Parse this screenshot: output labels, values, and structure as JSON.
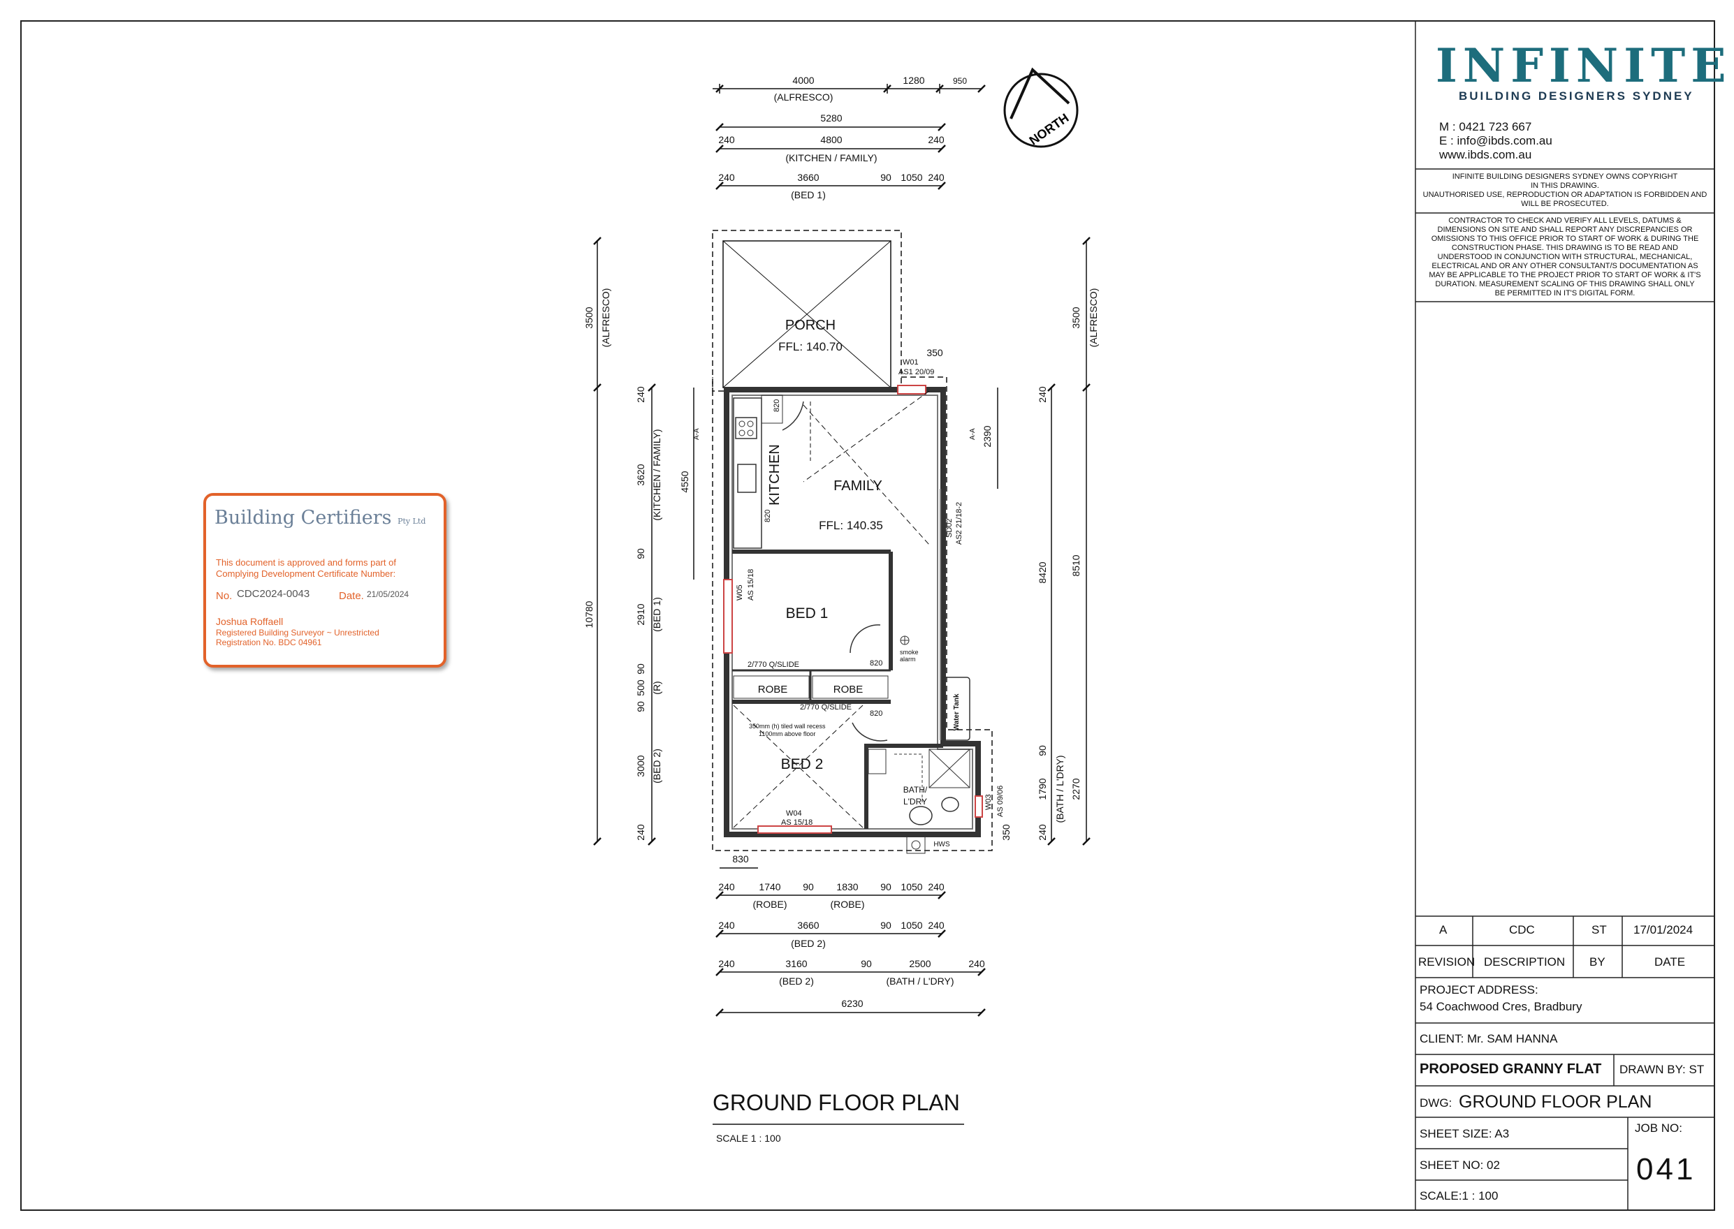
{
  "drawing": {
    "title": "GROUND FLOOR PLAN",
    "scale": "SCALE 1 : 100",
    "north": "NORTH",
    "rooms": {
      "porch": "PORCH",
      "porch_ffl": "FFL: 140.70",
      "family": "FAMILY",
      "family_ffl": "FFL: 140.35",
      "kitchen": "KITCHEN",
      "bed1": "BED 1",
      "bed2": "BED 2",
      "robe1": "ROBE",
      "robe2": "ROBE",
      "bath": "BATH/",
      "ldry": "L'DRY",
      "water_tank": "Water Tank",
      "hws": "HWS"
    },
    "notes": {
      "w01": "W01",
      "w01_size": "AS1 20/09",
      "w05": "W05",
      "w05_size": "AS 15/18",
      "w04": "W04",
      "w04_size": "AS 15/18",
      "w03": "W03",
      "w03_size": "AS 09/06",
      "sd02": "SD02",
      "sd02_size": "AS2 21/18-2",
      "slide1": "2/770 Q/SLIDE",
      "slide2": "2/770 Q/SLIDE",
      "d820a": "820",
      "d820b": "820",
      "d820c": "820",
      "d820d": "820",
      "smoke1": "smoke",
      "smoke2": "alarm",
      "recess1": "350mm (h) tiled wall recess",
      "recess2": "1100mm above floor",
      "aa": "A-A",
      "aa2": "A-A"
    },
    "dims_top": {
      "r1": [
        "4000",
        "1280",
        "950"
      ],
      "r1_label": "(ALFRESCO)",
      "r2": "5280",
      "r3": [
        "240",
        "4800",
        "240"
      ],
      "r3_label": "(KITCHEN / FAMILY)",
      "r4": [
        "240",
        "3660",
        "90",
        "1050",
        "240"
      ],
      "r4_label": "(BED 1)"
    },
    "dims_bottom": {
      "d830": "830",
      "r1": [
        "240",
        "1740",
        "90",
        "1830",
        "90",
        "1050",
        "240"
      ],
      "r1_labels": [
        "(ROBE)",
        "(ROBE)"
      ],
      "r2": [
        "240",
        "3660",
        "90",
        "1050",
        "240"
      ],
      "r2_label": "(BED 2)",
      "r3": [
        "240",
        "3160",
        "90",
        "2500",
        "240"
      ],
      "r3_labels": [
        "(BED 2)",
        "(BATH / L'DRY)"
      ],
      "r4": "6230"
    },
    "dims_left": {
      "alf": "3500",
      "alf_label": "(ALFRESCO)",
      "total": "10780",
      "segs": [
        "240",
        "3620",
        "90",
        "2910",
        "90",
        "500",
        "90",
        "3000",
        "240"
      ],
      "seg_labels": [
        "(KITCHEN / FAMILY)",
        "(BED 1)",
        "(R)",
        "(BED 2)"
      ],
      "k4550": "4550"
    },
    "dims_right": {
      "alf": "3500",
      "alf_label": "(ALFRESCO)",
      "d350": "350",
      "d2390": "2390",
      "d240a": "240",
      "d8420": "8420",
      "d8510": "8510",
      "d90": "90",
      "d1790": "1790",
      "d2270": "2270",
      "d240b": "240",
      "d350b": "350",
      "bath_label": "(BATH / L'DRY)"
    }
  },
  "stamp": {
    "company": "Building Certifiers",
    "suffix": "Pty Ltd",
    "line1": "This document is approved and forms part of",
    "line2": "Complying Development Certificate Number:",
    "no_label": "No.",
    "cdc": "CDC2024-0043",
    "date_label": "Date.",
    "date": "21/05/2024",
    "name": "Joshua Roffaell",
    "role": "Registered Building Surveyor ~ Unrestricted",
    "reg": "Registration No. BDC 04961"
  },
  "title_block": {
    "logo": "INFINITE",
    "logo_sub": "BUILDING DESIGNERS SYDNEY",
    "mobile": "M : 0421 723 667",
    "email": "E : info@ibds.com.au",
    "web": "www.ibds.com.au",
    "copyright": [
      "INFINITE BUILDING DESIGNERS SYDNEY OWNS COPYRIGHT",
      "IN THIS DRAWING.",
      "UNAUTHORISED USE, REPRODUCTION OR ADAPTATION IS FORBIDDEN AND",
      "WILL BE PROSECUTED."
    ],
    "contractor": [
      "CONTRACTOR TO CHECK AND VERIFY ALL LEVELS, DATUMS &",
      "DIMENSIONS ON  SITE AND SHALL REPORT ANY DISCREPANCIES OR",
      "OMISSIONS TO THIS OFFICE PRIOR TO  START OF WORK & DURING THE",
      "CONSTRUCTION PHASE. THIS DRAWING IS TO BE READ AND",
      "UNDERSTOOD IN CONJUNCTION WITH STRUCTURAL, MECHANICAL,",
      "ELECTRICAL AND OR ANY OTHER CONSULTANT/S DOCUMENTATION AS",
      "MAY BE  APPLICABLE TO THE PROJECT PRIOR TO START OF WORK & IT'S",
      "DURATION. MEASUREMENT  SCALING  OF  THIS  DRAWING  SHALL  ONLY",
      "BE PERMITTED IN IT'S DIGITAL FORM."
    ],
    "rev": {
      "revision": "A",
      "description": "CDC",
      "by": "ST",
      "date": "17/01/2024"
    },
    "rev_headers": {
      "revision": "REVISION",
      "description": "DESCRIPTION",
      "by": "BY",
      "date": "DATE"
    },
    "project_label": "PROJECT ADDRESS:",
    "project_address": "54 Coachwood Cres, Bradbury",
    "client": "CLIENT: Mr. SAM HANNA",
    "project_name": "PROPOSED GRANNY FLAT",
    "drawn_by": "DRAWN BY: ST",
    "dwg_label": "DWG:",
    "dwg": "GROUND FLOOR PLAN",
    "sheet_size": "SHEET SIZE: A3",
    "job_label": "JOB NO:",
    "sheet_no": "SHEET NO: 02",
    "job_no": "041",
    "scale": "SCALE:1 : 100"
  }
}
